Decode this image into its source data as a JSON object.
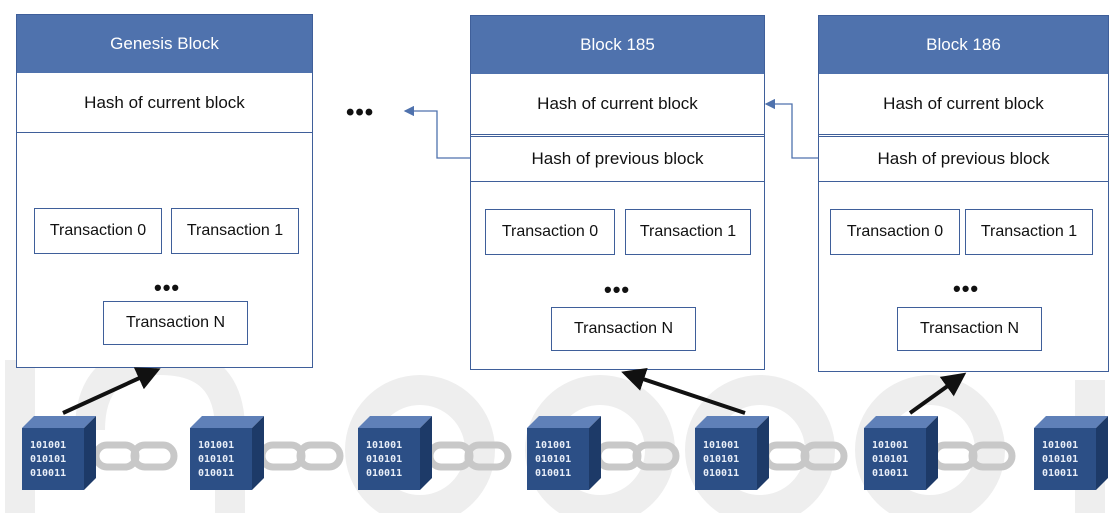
{
  "ellipsis": "•••",
  "blocks": [
    {
      "title": "Genesis Block",
      "hash_current": "Hash of current block",
      "tx0": "Transaction 0",
      "tx1": "Transaction 1",
      "txn": "Transaction N"
    },
    {
      "title": "Block 185",
      "hash_current": "Hash of current block",
      "hash_previous": "Hash of previous block",
      "tx0": "Transaction 0",
      "tx1": "Transaction 1",
      "txn": "Transaction N"
    },
    {
      "title": "Block 186",
      "hash_current": "Hash of current block",
      "hash_previous": "Hash of previous block",
      "tx0": "Transaction 0",
      "tx1": "Transaction 1",
      "txn": "Transaction N"
    }
  ],
  "cube_bits": [
    "101001",
    "010101",
    "010011"
  ],
  "colors": {
    "header": "#4f72ad",
    "border": "#3f5f9a",
    "cube": "#2c4f86",
    "chain": "#c8c8c8"
  }
}
